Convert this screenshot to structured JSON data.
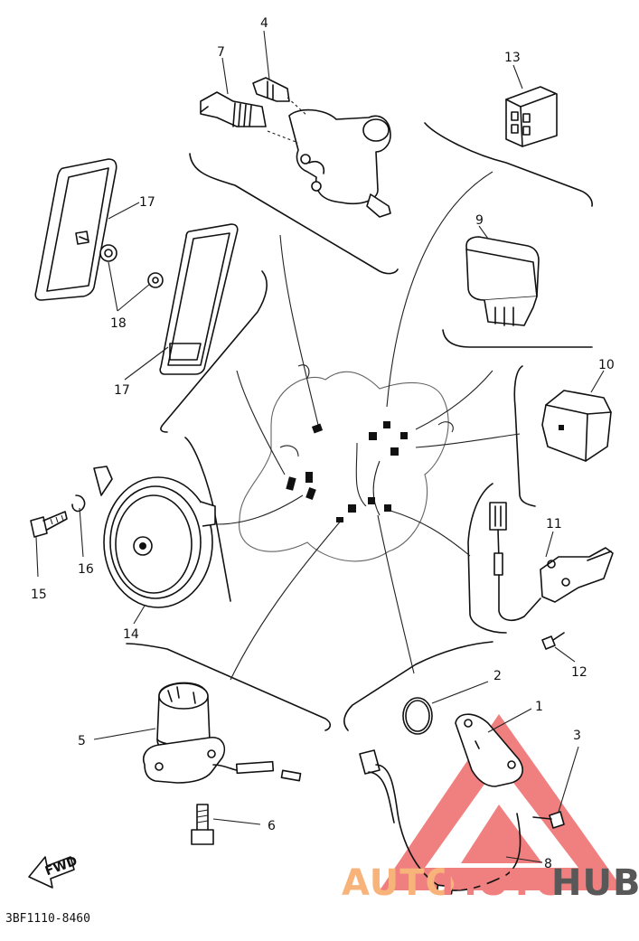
{
  "diagram": {
    "part_numbers": [
      "1",
      "2",
      "3",
      "4",
      "5",
      "6",
      "7",
      "8",
      "9",
      "10",
      "11",
      "12",
      "13",
      "14",
      "15",
      "16",
      "17",
      "17",
      "18"
    ],
    "part_code": "3BF1110-8460",
    "fwd_label": "FWD",
    "watermark": {
      "part_a": "AUTO",
      "part_b": "MOTO",
      "part_c": "HUB",
      "triangle_color": "#e94b4b",
      "text_colors": [
        "#f7b37a",
        "#f08080",
        "#585858"
      ]
    }
  }
}
